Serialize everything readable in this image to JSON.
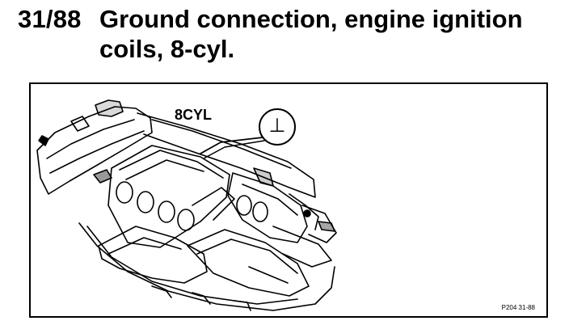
{
  "heading": {
    "number": "31/88",
    "title_line1": "Ground connection, engine ignition",
    "title_line2": "coils, 8-cyl."
  },
  "figure": {
    "label": "8CYL",
    "ground_symbol": "⊥",
    "reference": "P204 31-88"
  }
}
